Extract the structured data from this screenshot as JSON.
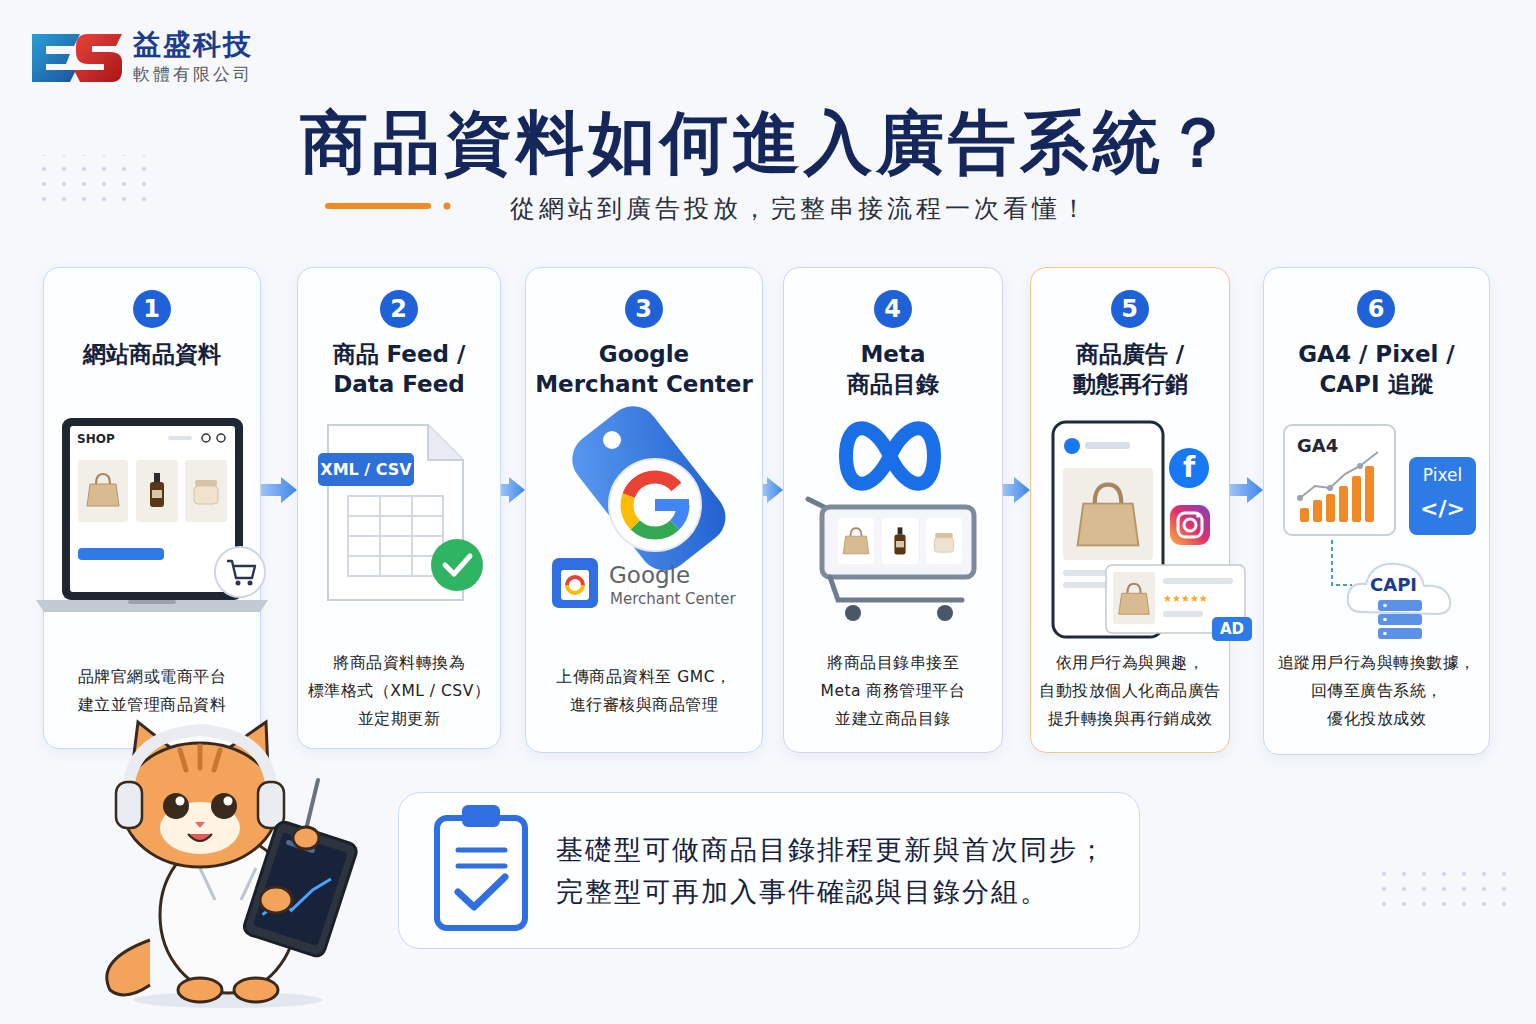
{
  "diagram": {
    "title": "商品資料如何進入廣告系統？",
    "caption": "從網站到廣告投放，完整串接流程一次看懂！",
    "nodes": [
      {
        "text": [
          "1",
          "網站商品資料",
          "品牌官網或電商平台 建立並管理商品資料"
        ]
      },
      {
        "text": [
          "2",
          "商品 Feed / Data Feed",
          "將商品資料轉換為 標準格式（XML / CSV） 並定期更新"
        ]
      },
      {
        "text": [
          "3",
          "Google Merchant Center",
          "上傳商品資料至 GMC， 進行審核與商品管理"
        ]
      },
      {
        "text": [
          "4",
          "Meta 商品目錄",
          "將商品目錄串接至 Meta 商務管理平台 並建立商品目錄"
        ]
      },
      {
        "text": [
          "5",
          "商品廣告 / 動態再行銷",
          "依用戶行為與興趣， 自動投放個人化商品廣告 提升轉換與再行銷成效"
        ]
      },
      {
        "text": [
          "6",
          "GA4 / Pixel / CAPI 追蹤",
          "追蹤用戶行為與轉換數據， 回傳至廣告系統， 優化投放成效"
        ]
      },
      {
        "text": [
          "基礎型可做商品目錄排程更新與首次同步； 完整型可再加入事件確認與目錄分組。"
        ]
      }
    ],
    "edges": [
      {
        "from": 0,
        "to": 1,
        "arrow": "to"
      },
      {
        "from": 1,
        "to": 2,
        "arrow": "to"
      },
      {
        "from": 2,
        "to": 3,
        "arrow": "to"
      },
      {
        "from": 3,
        "to": 4,
        "arrow": "to"
      },
      {
        "from": 4,
        "to": 5,
        "arrow": "to"
      }
    ],
    "labels": [
      "益盛科技",
      "軟體有限公司",
      "SHOP",
      "XML / CSV",
      "Google",
      "Merchant Center",
      "f",
      "AD",
      "GA4",
      "Pixel",
      "</>",
      "CAPI",
      "★★★★★"
    ]
  }
}
